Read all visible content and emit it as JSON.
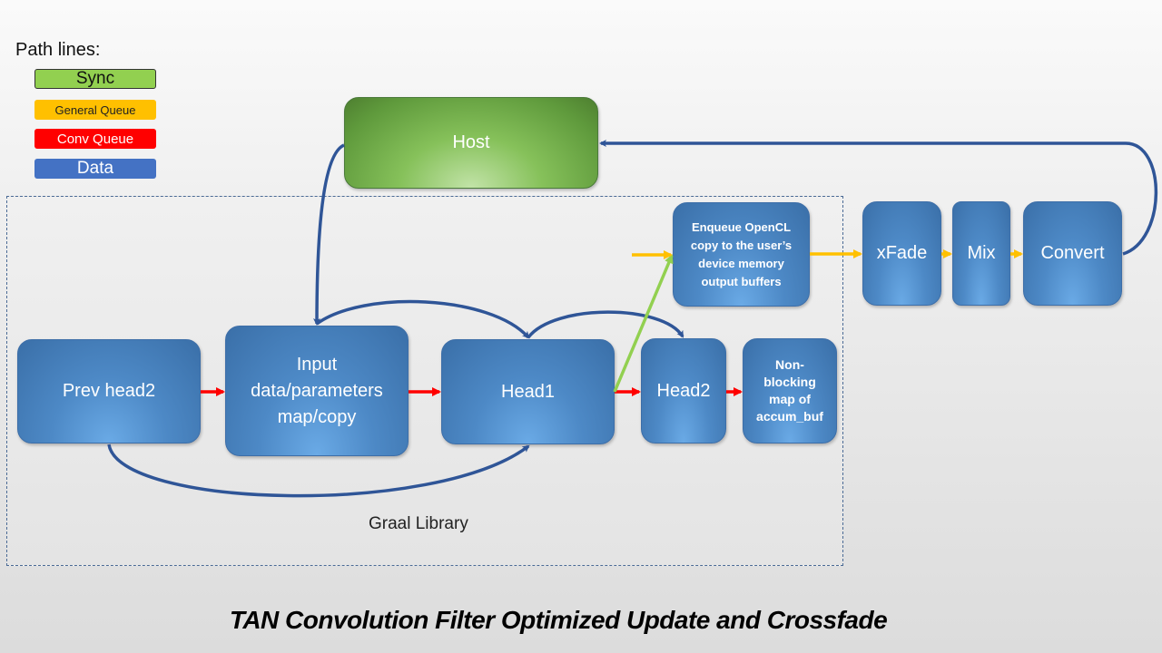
{
  "legend": {
    "title": "Path lines:",
    "items": [
      {
        "label": "Sync",
        "color": "#92d050"
      },
      {
        "label": "General Queue",
        "color": "#ffc000"
      },
      {
        "label": "Conv Queue",
        "color": "#ff0000"
      },
      {
        "label": "Data",
        "color": "#4472c4"
      }
    ]
  },
  "nodes": {
    "host": "Host",
    "prev_head2": "Prev head2",
    "input": "Input\ndata/parameters\nmap/copy",
    "head1": "Head1",
    "head2": "Head2",
    "nonblocking": "Non-\nblocking\nmap of\naccum_buf",
    "enqueue": "Enqueue OpenCL\ncopy to the user’s\ndevice memory\noutput buffers",
    "xfade": "xFade",
    "mix": "Mix",
    "convert": "Convert"
  },
  "library_label": "Graal Library",
  "title": "TAN Convolution Filter Optimized Update and Crossfade",
  "colors": {
    "sync": "#92d050",
    "general_queue": "#ffc000",
    "conv_queue": "#ff0000",
    "data": "#2f5597"
  }
}
